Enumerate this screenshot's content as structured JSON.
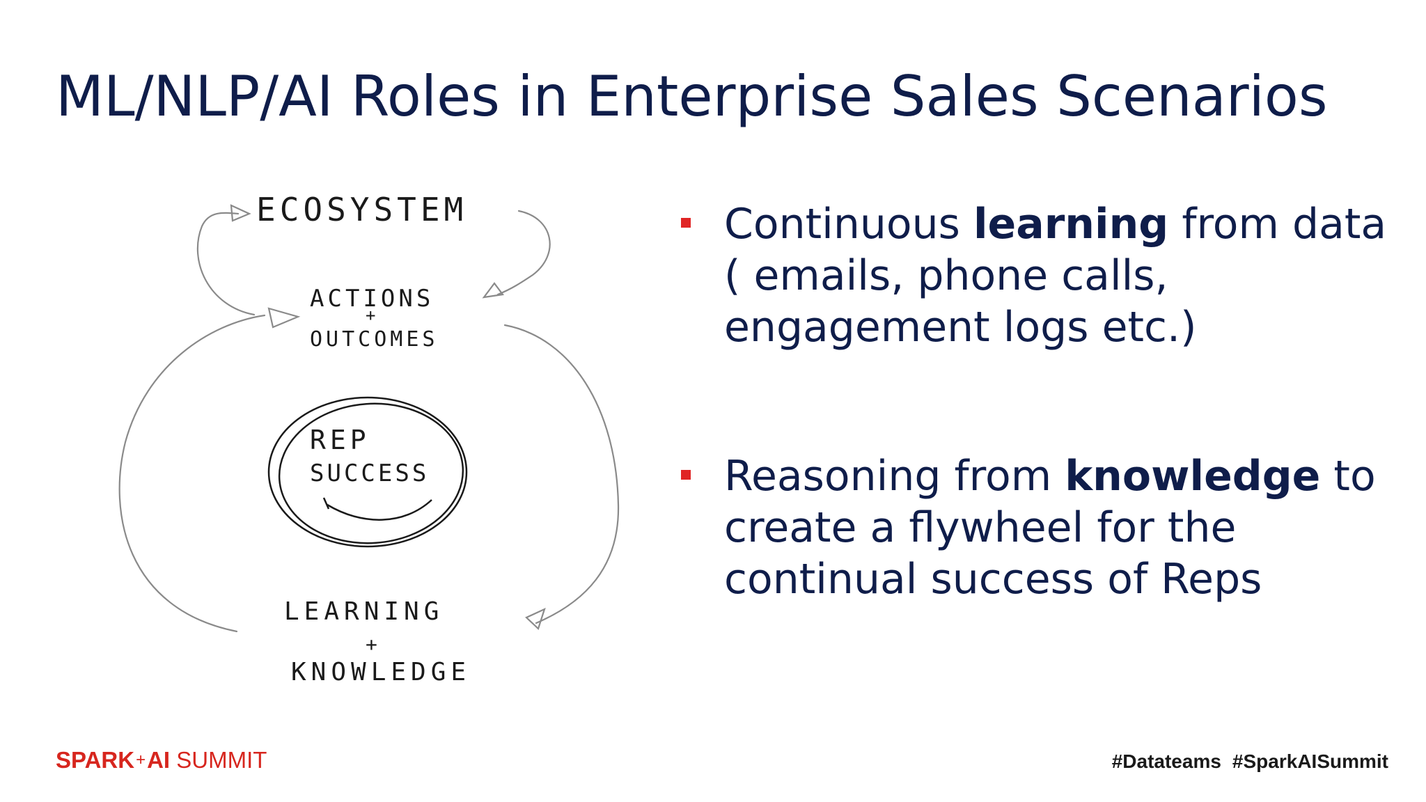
{
  "slide": {
    "title": "ML/NLP/AI Roles in Enterprise Sales Scenarios"
  },
  "diagram": {
    "ecosystem": "ECOSYSTEM",
    "actions": "ACTIONS",
    "plus_1": "+",
    "outcomes": "OUTCOMES",
    "rep": "REP",
    "success": "SUCCESS",
    "learning": "LEARNING",
    "plus_2": "+",
    "knowledge": "KNOWLEDGE"
  },
  "bullets": [
    {
      "before": "Continuous ",
      "bold": "learning",
      "after": " from data ( emails, phone calls, engagement logs etc.)"
    },
    {
      "before": "Reasoning from ",
      "bold": "knowledge",
      "after": " to create a flywheel for the continual success of Reps"
    }
  ],
  "footer": {
    "logo_spark": "SPARK",
    "logo_plus": "+",
    "logo_ai": "AI",
    "logo_summit": " SUMMIT",
    "tag_1": "#Datateams",
    "tag_2": "#SparkAISummit"
  },
  "colors": {
    "title": "#0f1d4a",
    "bullet_marker": "#e02424",
    "logo": "#d7261e"
  }
}
